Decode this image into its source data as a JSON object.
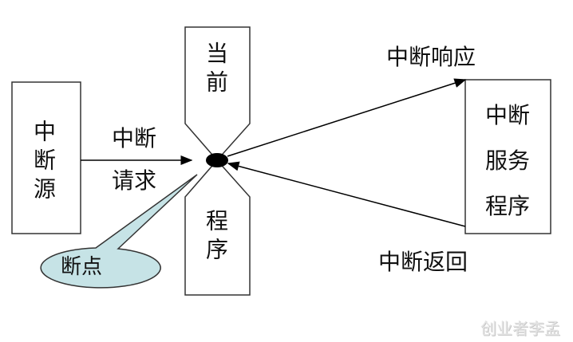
{
  "source_box": "中断源",
  "request_label": [
    "中断",
    "请求"
  ],
  "current_program_top": "当前",
  "current_program_bottom": "程序",
  "breakpoint_label": "断点",
  "response_label": "中断响应",
  "return_label": "中断返回",
  "service_box": [
    "中断",
    "服务",
    "程序"
  ],
  "watermark": "创业者李孟",
  "colors": {
    "callout_fill": "#c6e3e6",
    "line": "#000000"
  }
}
